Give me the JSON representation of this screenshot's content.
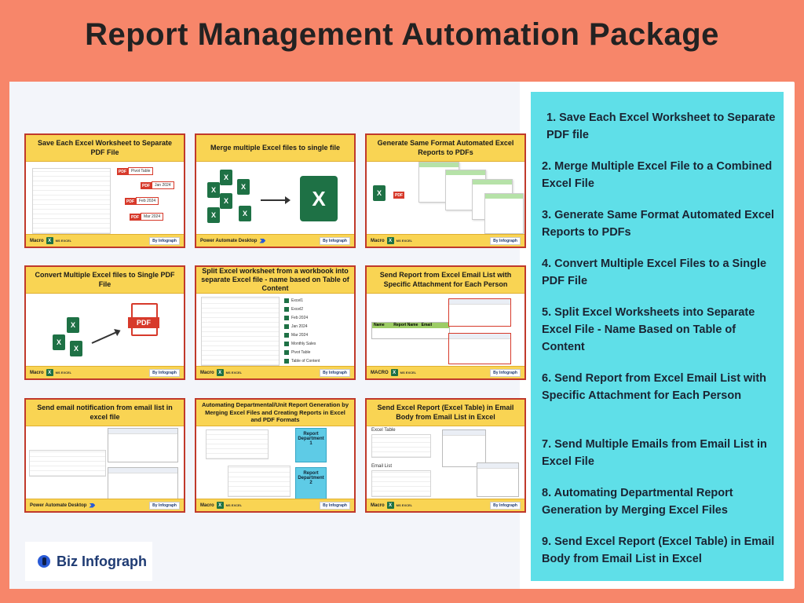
{
  "title": "Report Management Automation Package",
  "brand": {
    "name": "Biz Infograph",
    "badge": "By Infograph",
    "mini_logo_letter": "X",
    "mini_brand": "MS EXCEL"
  },
  "colors": {
    "background": "#f7866a",
    "card_header": "#f9d453",
    "card_border": "#c0392b",
    "feature_panel": "#5fdfe8",
    "excel_green": "#1e7145",
    "pdf_red": "#d73a2b"
  },
  "cards": [
    {
      "title": "Save Each Excel Worksheet to Separate PDF File",
      "tool": "Macro",
      "labels": [
        "Pivot Table",
        "Jan 2024",
        "Feb 2024",
        "Mar 2024"
      ]
    },
    {
      "title": "Merge multiple Excel files to single file",
      "tool": "Power Automate Desktop"
    },
    {
      "title": "Generate Same Format Automated Excel Reports to PDFs",
      "tool": "Macro"
    },
    {
      "title": "Convert Multiple Excel files to Single PDF File",
      "tool": "Macro"
    },
    {
      "title": "Split Excel worksheet from a workbook into separate Excel file - name based on Table of Content",
      "tool": "Macro",
      "files": [
        "Excel1",
        "Excel2",
        "Feb 2024",
        "Jan 2024",
        "Mar 2024",
        "Monthly Sales",
        "Pivot Table",
        "Table of Content"
      ]
    },
    {
      "title": "Send Report from Excel Email List with Specific Attachment for Each Person",
      "tool": "MACRO",
      "table_headers": [
        "Name",
        "Report Name",
        "Email"
      ]
    },
    {
      "title": "Send email notification from email list in excel file",
      "tool": "Power Automate Desktop"
    },
    {
      "title": "Automating Departmental/Unit Report Generation by Merging Excel Files and Creating Reports in Excel and PDF Formats",
      "tool": "Macro",
      "depts": [
        "Report Department 1",
        "Report Department 2"
      ]
    },
    {
      "title": "Send Excel Report (Excel Table) in Email Body from Email List in Excel",
      "tool": "Macro",
      "labels": [
        "Excel Table",
        "Email List"
      ]
    }
  ],
  "pdf_label": "PDF",
  "features": [
    {
      "num": "1.",
      "text": "Save Each Excel Worksheet to Separate PDF file"
    },
    {
      "num": "2.",
      "text": "Merge Multiple Excel File to a Combined Excel File"
    },
    {
      "num": "3.",
      "text": "Generate Same Format Automated Excel Reports to PDFs"
    },
    {
      "num": "4.",
      "text": "Convert Multiple Excel Files to a Single PDF File"
    },
    {
      "num": "5.",
      "text": "Split Excel Worksheets into Separate Excel File - Name Based on Table of Content"
    },
    {
      "num": "6.",
      "text": "Send Report from Excel Email List with Specific Attachment for Each Person"
    },
    {
      "num": "7.",
      "text": "Send Multiple Emails from Email List in Excel File"
    },
    {
      "num": "8.",
      "text": "Automating Departmental Report Generation by Merging Excel Files"
    },
    {
      "num": "9.",
      "text": "Send Excel Report (Excel Table) in Email Body from Email List in Excel"
    }
  ]
}
